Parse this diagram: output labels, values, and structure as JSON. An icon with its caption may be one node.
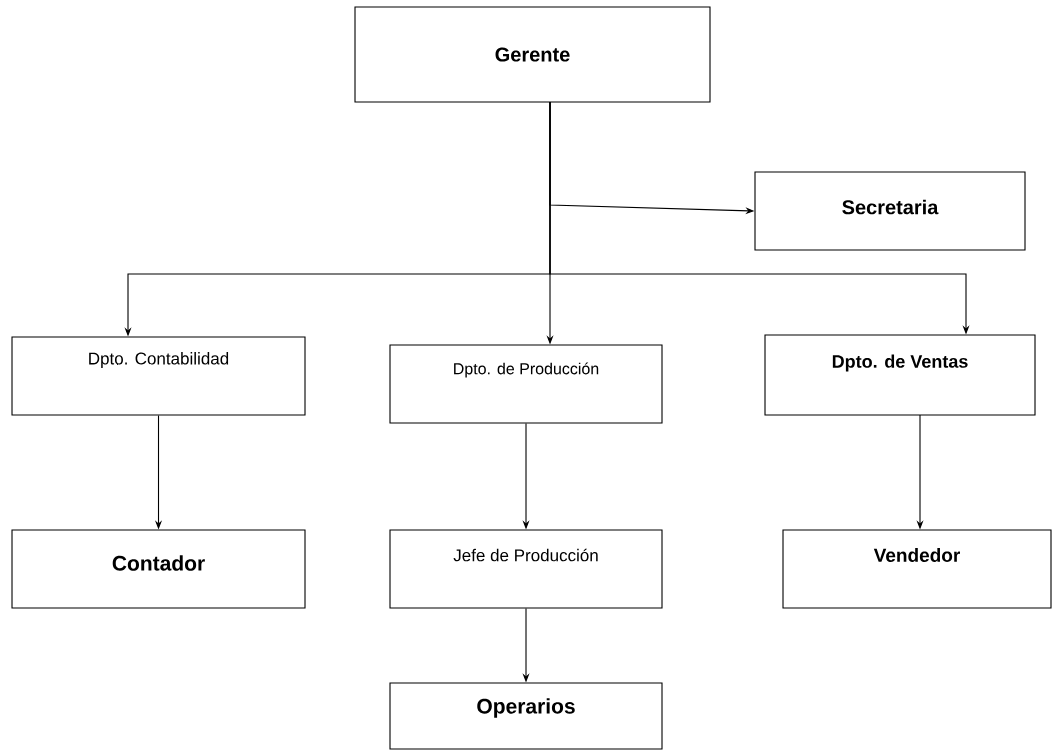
{
  "diagram": {
    "nodes": [
      {
        "text": [
          "Gerente"
        ]
      },
      {
        "text": [
          "Secretaria"
        ]
      },
      {
        "text": [
          "Dpto. Contabilidad"
        ]
      },
      {
        "text": [
          "Dpto. de Producción"
        ]
      },
      {
        "text": [
          "Dpto. de Ventas"
        ]
      },
      {
        "text": [
          "Contador"
        ]
      },
      {
        "text": [
          "Jefe de Producción"
        ]
      },
      {
        "text": [
          "Vendedor"
        ]
      },
      {
        "text": [
          "Operarios"
        ]
      }
    ],
    "edges": [
      {
        "from": 0,
        "to": 1,
        "arrow": "to"
      },
      {
        "from": 0,
        "to": 2,
        "arrow": "to"
      },
      {
        "from": 0,
        "to": 3,
        "arrow": "to"
      },
      {
        "from": 0,
        "to": 4,
        "arrow": "to"
      },
      {
        "from": 2,
        "to": 5,
        "arrow": "to"
      },
      {
        "from": 3,
        "to": 6,
        "arrow": "to"
      },
      {
        "from": 4,
        "to": 7,
        "arrow": "to"
      },
      {
        "from": 6,
        "to": 8,
        "arrow": "to"
      }
    ]
  }
}
